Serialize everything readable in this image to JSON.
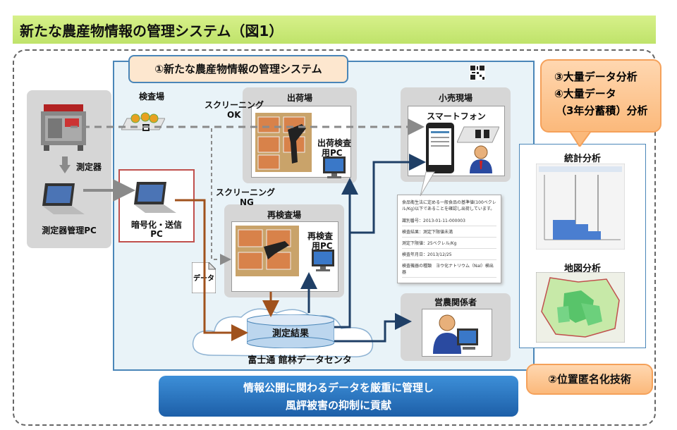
{
  "title": "新たな農産物情報の管理システム（図1）",
  "system_label": "①新たな農産物情報の管理システム",
  "nodes": {
    "inspection_site": "検査場",
    "measuring_device": "測定器",
    "measuring_pc": "測定器管理PC",
    "encrypt_pc_line1": "暗号化・送信",
    "encrypt_pc_line2": "PC",
    "shipping_site": "出荷場",
    "shipping_pc_line1": "出荷検査",
    "shipping_pc_line2": "用PC",
    "reinspection_site": "再検査場",
    "reinspection_pc_line1": "再検査",
    "reinspection_pc_line2": "用PC",
    "retail_site": "小売現場",
    "smartphone": "スマートフォン",
    "farm_staff": "営農関係者",
    "result_db": "測定結果",
    "datacenter": "富士通 館林データセンタ",
    "data_icon": "データ"
  },
  "screening": {
    "ok_line1": "スクリーニング",
    "ok_line2": "OK",
    "ng_line1": "スクリーニング",
    "ng_line2": "NG"
  },
  "callouts": {
    "bigdata_line1": "③大量データ分析",
    "bigdata_line2": "④大量データ",
    "bigdata_line3": "（3年分蓄積）分析",
    "privacy": "②位置匿名化技術"
  },
  "panels": {
    "stats": "統計分析",
    "map": "地図分析"
  },
  "info_card": {
    "intro": "食品衛生法に定める一般食品の基準値(100ベクレル/Kg)以下であることを確認し出荷しています。",
    "rows": [
      "識別番号：2013-01-11-000003",
      "検査結果：測定下限値未満",
      "測定下限値：25ベクレル/Kg",
      "検査年月日：2013/12/25",
      "検査機器の種類　ヨウ化ナトリウム（NaI）検出器"
    ]
  },
  "footer": {
    "line1": "情報公開に関わるデータを厳重に管理し",
    "line2": "風評被害の抑制に貢献"
  },
  "colors": {
    "title_bar": "#c8e87a",
    "panel_border": "#4a86b8",
    "callout": "#fbb97b",
    "footer": "#2a75c2",
    "arrow_brown": "#a0521d",
    "arrow_navy": "#1f3f66",
    "arrow_gray": "#8a8a8a"
  }
}
